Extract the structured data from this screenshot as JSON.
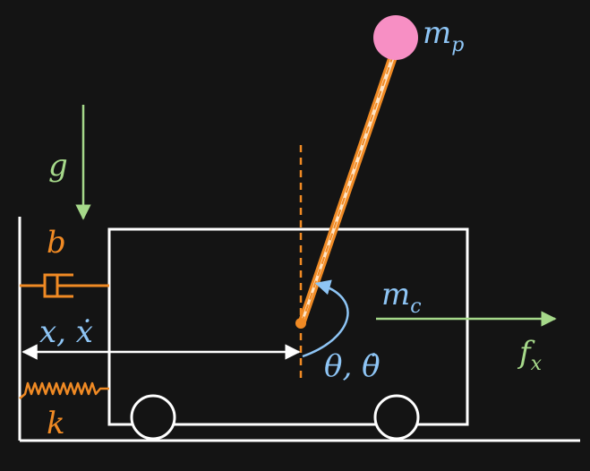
{
  "diagram": {
    "labels": {
      "pendulum_mass": {
        "base": "m",
        "sub": "p"
      },
      "cart_mass": {
        "base": "m",
        "sub": "c"
      },
      "gravity": "g",
      "damper": "b",
      "spring": "k",
      "position": "x, ẋ",
      "angle": "θ, θ̇",
      "force": {
        "base": "f",
        "sub": "x"
      }
    },
    "colors": {
      "background": "#141414",
      "white": "#ffffff",
      "orange": "#f08a24",
      "blue": "#8ec5f5",
      "green": "#a6d98a",
      "pink": "#f78fc4",
      "pole_fill": "#fde3c4"
    }
  }
}
